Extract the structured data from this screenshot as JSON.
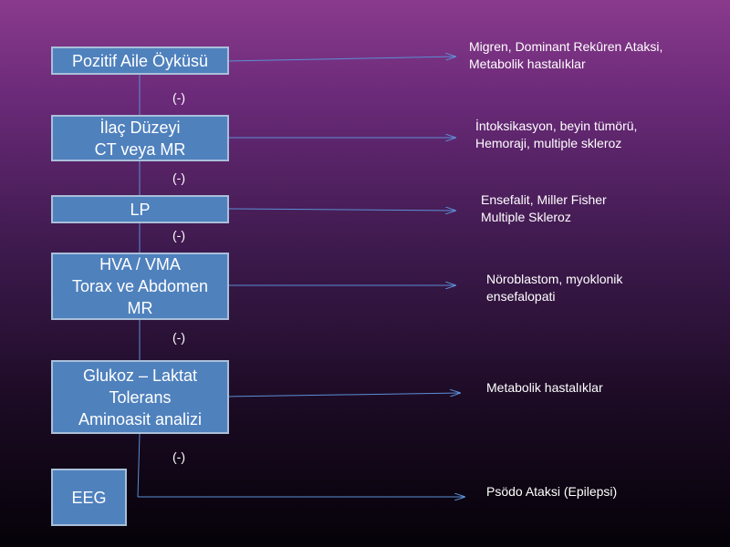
{
  "steps": [
    {
      "lines": [
        "Pozitif Aile Öyküsü"
      ]
    },
    {
      "lines": [
        "İlaç Düzeyi",
        "CT veya MR"
      ]
    },
    {
      "lines": [
        "LP"
      ]
    },
    {
      "lines": [
        "HVA / VMA",
        "Torax ve Abdomen",
        "MR"
      ]
    },
    {
      "lines": [
        "Glukoz – Laktat",
        "Tolerans",
        "Aminoasit analizi"
      ]
    },
    {
      "lines": [
        "EEG"
      ]
    }
  ],
  "negatives": [
    "(-)",
    "(-)",
    "(-)",
    "(-)",
    "(-)"
  ],
  "outcomes": [
    {
      "lines": [
        "Migren, Dominant Rekûren Ataksi,",
        "Metabolik hastalıklar"
      ]
    },
    {
      "lines": [
        "İntoksikasyon, beyin tümörü,",
        "Hemoraji, multiple skleroz"
      ]
    },
    {
      "lines": [
        "Ensefalit, Miller Fisher",
        "Multiple Skleroz"
      ]
    },
    {
      "lines": [
        "Nöroblastom, myoklonik",
        "ensefalopati"
      ]
    },
    {
      "lines": [
        "Metabolik hastalıklar"
      ]
    },
    {
      "lines": [
        "Psödo Ataksi (Epilepsi)"
      ]
    }
  ],
  "colors": {
    "box_fill": "#4f81bd",
    "box_border": "#a9bfd9",
    "connector": "#5b8fd6",
    "text": "#ffffff"
  }
}
